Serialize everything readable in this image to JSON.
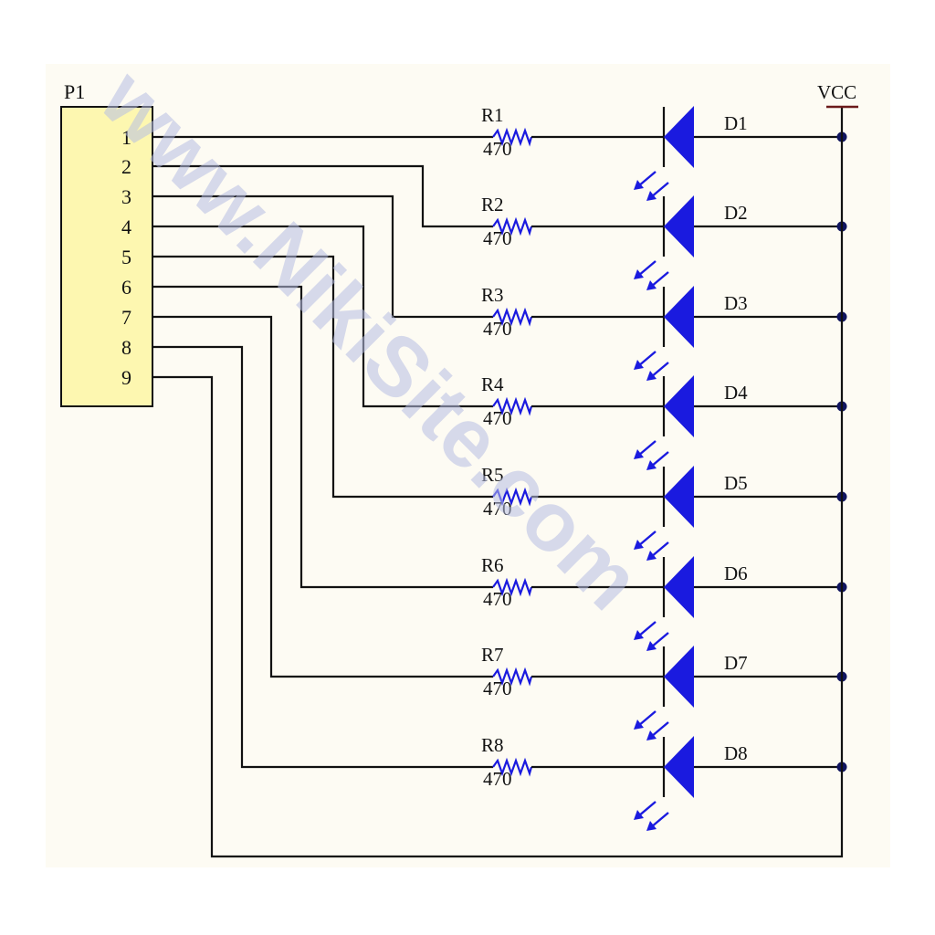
{
  "title": "9-pin header driving 8 LEDs with 470 ohm resistors to VCC",
  "connector": {
    "name": "P1",
    "pins": [
      "1",
      "2",
      "3",
      "4",
      "5",
      "6",
      "7",
      "8",
      "9"
    ]
  },
  "power": {
    "label": "VCC"
  },
  "channels": [
    {
      "resistor": "R1",
      "value": "470",
      "led": "D1",
      "pin": "1"
    },
    {
      "resistor": "R2",
      "value": "470",
      "led": "D2",
      "pin": "2"
    },
    {
      "resistor": "R3",
      "value": "470",
      "led": "D3",
      "pin": "3"
    },
    {
      "resistor": "R4",
      "value": "470",
      "led": "D4",
      "pin": "4"
    },
    {
      "resistor": "R5",
      "value": "470",
      "led": "D5",
      "pin": "5"
    },
    {
      "resistor": "R6",
      "value": "470",
      "led": "D6",
      "pin": "6"
    },
    {
      "resistor": "R7",
      "value": "470",
      "led": "D7",
      "pin": "7"
    },
    {
      "resistor": "R8",
      "value": "470",
      "led": "D8",
      "pin": "8"
    }
  ],
  "common_pin": "9",
  "watermark": "www.NikiSite.com",
  "colors": {
    "wire": "#111111",
    "component": "#1a1adf",
    "connector_fill": "#fdf7b0",
    "junction": "#101560",
    "vcc_label": "#6b1a1a"
  }
}
